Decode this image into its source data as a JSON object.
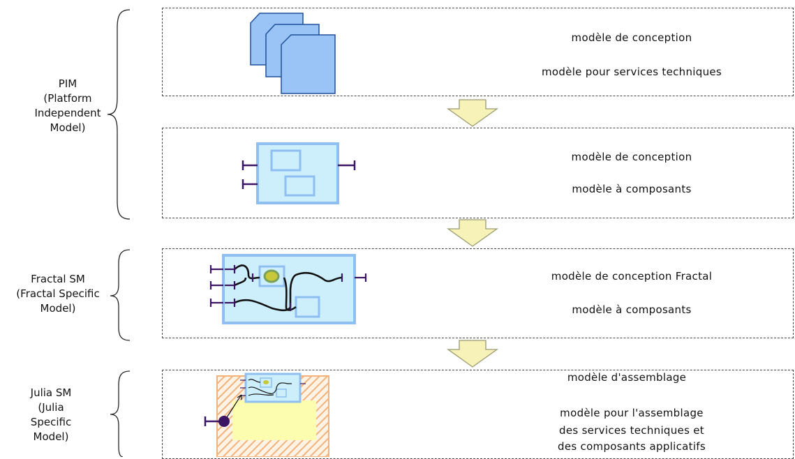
{
  "levels": [
    {
      "label_lines": [
        "PIM",
        "(Platform",
        "Independent",
        "Model)"
      ]
    },
    {
      "label_lines": [
        "Fractal SM",
        "(Fractal Specific",
        "Model)"
      ]
    },
    {
      "label_lines": [
        "Julia SM",
        "(Julia",
        "Specific",
        "Model)"
      ]
    }
  ],
  "panels": [
    {
      "lines": [
        "modèle de conception",
        "modèle pour services techniques"
      ]
    },
    {
      "lines": [
        "modèle de conception",
        "modèle à composants"
      ]
    },
    {
      "lines": [
        "modèle de conception Fractal",
        "modèle à composants"
      ]
    },
    {
      "lines": [
        "modèle d'assemblage",
        "modèle pour l'assemblage",
        "des services techniques et",
        "des composants applicatifs"
      ]
    }
  ],
  "colors": {
    "doc_fill": "#99c4f5",
    "doc_stroke": "#1f4f9a",
    "component_fill": "#cdeefb",
    "component_border": "#8fbff0",
    "port": "#3b1463",
    "arrow_fill": "#f7f2b8",
    "arrow_stroke": "#9a9a70",
    "hatch": "#f2b27a",
    "julia_fill": "#fdfdb0"
  }
}
